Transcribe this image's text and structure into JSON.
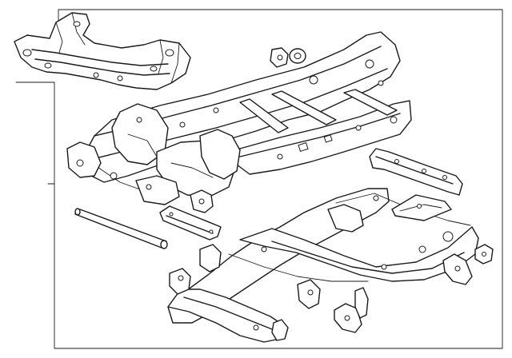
{
  "diagram": {
    "kind": "exploded parts diagram",
    "line_color": "#1a1a1a",
    "background": "#ffffff",
    "parts": [
      "front-crossmember-subassembly",
      "main-frame-assembly",
      "frame-rail-assembly",
      "rear-crossmember-bracket",
      "round-tube-crossmember",
      "channel-crossmember",
      "mount-bracket",
      "bushing",
      "small-brackets"
    ]
  }
}
